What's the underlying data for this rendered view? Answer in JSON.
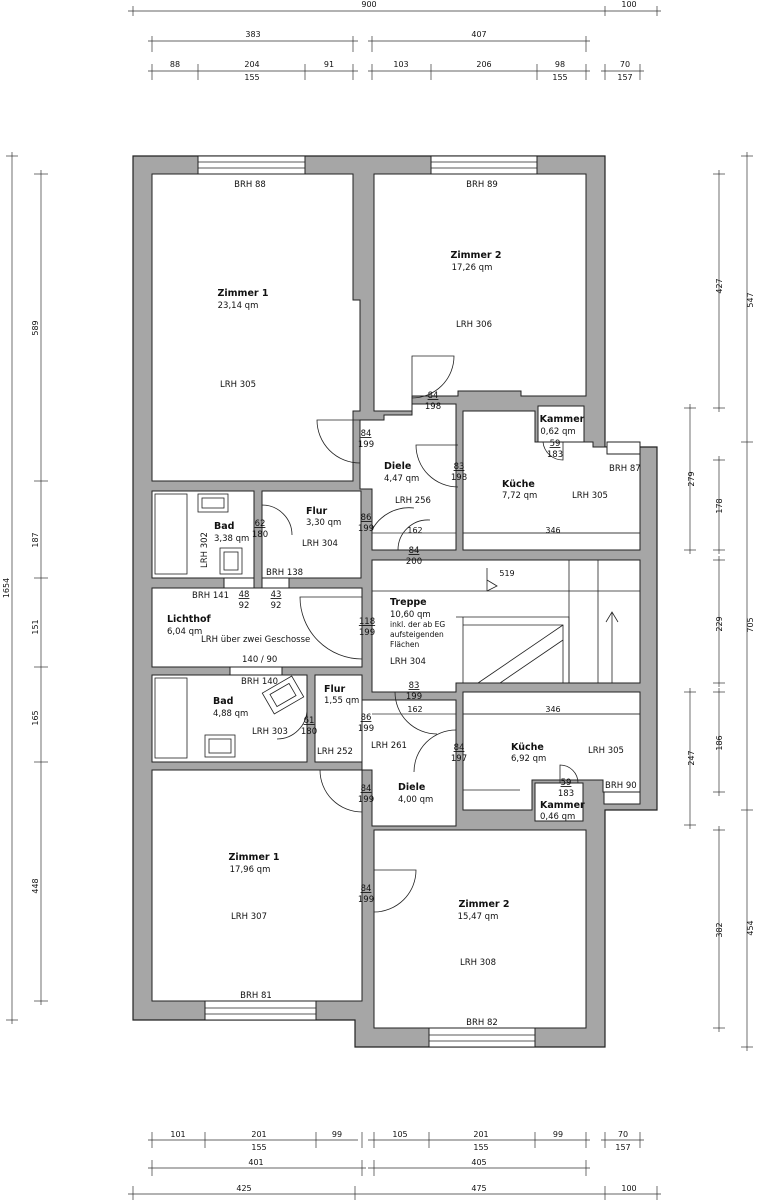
{
  "dimensions": {
    "top": {
      "row1": [
        "900",
        "100"
      ],
      "row2": [
        "383",
        "407"
      ],
      "row3": [
        "88",
        "204",
        "91",
        "103",
        "206",
        "98",
        "70"
      ],
      "row3b": [
        "155",
        "155",
        "157"
      ]
    },
    "bottom": {
      "row1": [
        "101",
        "201",
        "99",
        "105",
        "201",
        "99",
        "70"
      ],
      "row1b": [
        "155",
        "155",
        "157"
      ],
      "row2": [
        "401",
        "405"
      ],
      "row3": [
        "425",
        "475",
        "100"
      ]
    },
    "left": {
      "total": "1654",
      "segments": [
        "589",
        "187",
        "151",
        "165",
        "448"
      ]
    },
    "right": {
      "outer": [
        "547",
        "705",
        "454"
      ],
      "inner": [
        "427",
        "279",
        "178",
        "229",
        "247",
        "186",
        "382"
      ]
    }
  },
  "rooms": {
    "zimmer1_top": {
      "name": "Zimmer 1",
      "area": "23,14 qm",
      "brh": "BRH 88",
      "lrh": "LRH 305"
    },
    "zimmer2_top": {
      "name": "Zimmer 2",
      "area": "17,26 qm",
      "brh": "BRH 89",
      "lrh": "LRH 306"
    },
    "kammer_top": {
      "name": "Kammer",
      "area": "0,62 qm"
    },
    "diele_top": {
      "name": "Diele",
      "area": "4,47 qm",
      "lrh": "LRH 256"
    },
    "kueche_top": {
      "name": "Küche",
      "area": "7,72 qm",
      "lrh": "LRH 305",
      "brh": "BRH 87"
    },
    "bad_top": {
      "name": "Bad",
      "area": "3,38 qm",
      "lrh": "LRH 302",
      "brh": "BRH 141"
    },
    "flur_top": {
      "name": "Flur",
      "area": "3,30 qm",
      "lrh": "LRH 304",
      "brh": "BRH 138"
    },
    "lichthof": {
      "name": "Lichthof",
      "area": "6,04 qm",
      "lrh": "LRH über zwei Geschosse",
      "opening": "140 / 90"
    },
    "treppe": {
      "name": "Treppe",
      "area": "10,60 qm",
      "note1": "inkl. der ab EG",
      "note2": "aufsteigenden",
      "note3": "Flächen",
      "lrh": "LRH 304",
      "run_top": "519"
    },
    "bad_bottom": {
      "name": "Bad",
      "area": "4,88 qm",
      "lrh": "LRH 303",
      "brh": "BRH 140"
    },
    "flur_bottom": {
      "name": "Flur",
      "area": "1,55 qm",
      "lrh": "LRH 252"
    },
    "kueche_bottom": {
      "name": "Küche",
      "area": "6,92 qm",
      "lrh": "LRH 305",
      "brh": "BRH 90"
    },
    "kammer_bottom": {
      "name": "Kammer",
      "area": "0,46 qm"
    },
    "diele_bottom": {
      "name": "Diele",
      "area": "4,00 qm",
      "lrh": "LRH 261"
    },
    "zimmer1_bottom": {
      "name": "Zimmer 1",
      "area": "17,96 qm",
      "lrh": "LRH 307",
      "brh": "BRH 81"
    },
    "zimmer2_bottom": {
      "name": "Zimmer 2",
      "area": "15,47 qm",
      "lrh": "LRH 308",
      "brh": "BRH 82"
    }
  },
  "doors": {
    "d1": {
      "w": "84",
      "h": "199"
    },
    "d2": {
      "w": "84",
      "h": "198"
    },
    "d3": {
      "w": "83",
      "h": "198"
    },
    "d4": {
      "w": "59",
      "h": "183"
    },
    "d5": {
      "w": "62",
      "h": "180"
    },
    "d6": {
      "w": "86",
      "h": "199"
    },
    "d7": {
      "w": "84",
      "h": "200"
    },
    "d8": {
      "w": "48",
      "h": "92"
    },
    "d9": {
      "w": "43",
      "h": "92"
    },
    "d10": {
      "w": "118",
      "h": "199"
    },
    "d11": {
      "w": "83",
      "h": "199"
    },
    "d12": {
      "w": "61",
      "h": "180"
    },
    "d13": {
      "w": "86",
      "h": "199"
    },
    "d14": {
      "w": "84",
      "h": "197"
    },
    "d15": {
      "w": "59",
      "h": "183"
    },
    "d16": {
      "w": "84",
      "h": "199"
    },
    "d17": {
      "w": "84",
      "h": "199"
    }
  },
  "inner_dims": {
    "top_162": "162",
    "top_346": "346",
    "bottom_162": "162",
    "bottom_346": "346"
  },
  "colors": {
    "wall": "#a6a6a6",
    "line": "#222222",
    "background": "#ffffff"
  }
}
